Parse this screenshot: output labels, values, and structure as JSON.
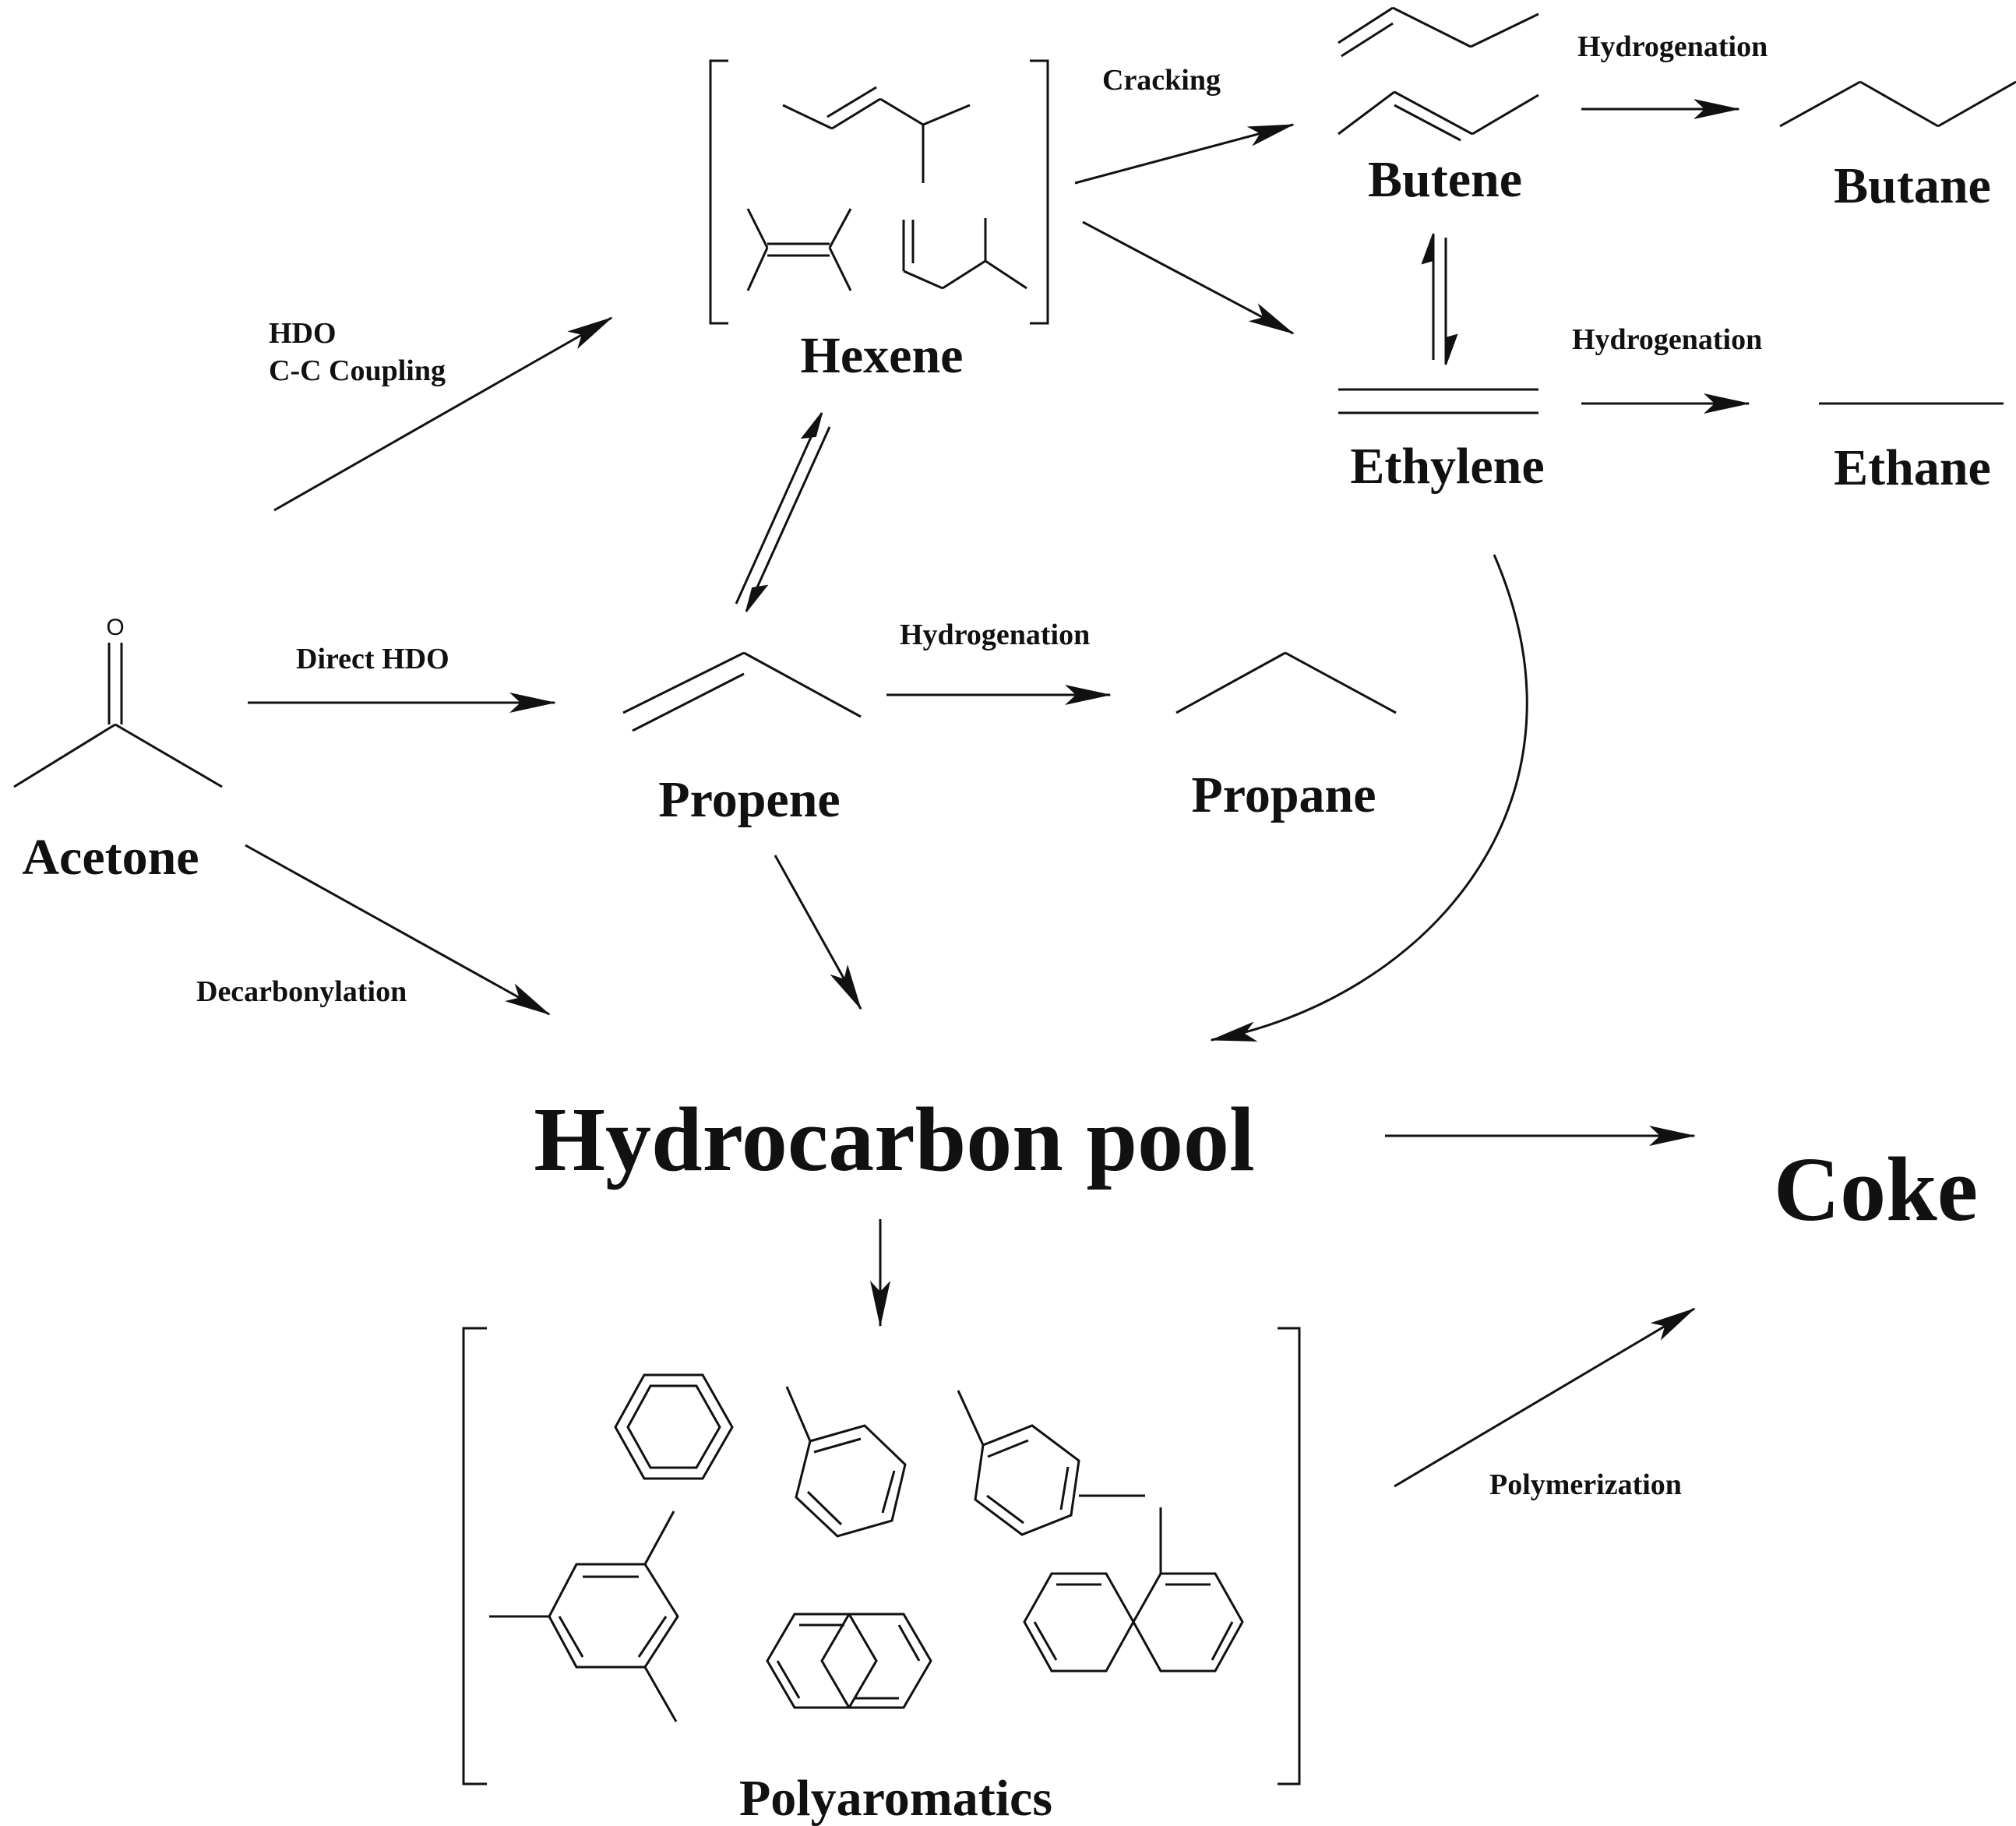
{
  "molecules": {
    "acetone": "Acetone",
    "hexene": "Hexene",
    "butene": "Butene",
    "butane": "Butane",
    "ethylene": "Ethylene",
    "ethane": "Ethane",
    "propene": "Propene",
    "propane": "Propane",
    "polyaromatics": "Polyaromatics"
  },
  "hubs": {
    "hydrocarbon_pool": "Hydrocarbon pool",
    "coke": "Coke"
  },
  "reactions": {
    "hdo": "HDO",
    "cc_coupling": "C-C Coupling",
    "direct_hdo": "Direct HDO",
    "decarbonylation": "Decarbonylation",
    "cracking": "Cracking",
    "hydrogenation_butene": "Hydrogenation",
    "hydrogenation_ethylene": "Hydrogenation",
    "hydrogenation_propene": "Hydrogenation",
    "polymerization": "Polymerization"
  },
  "atoms": {
    "oxygen": "O"
  }
}
